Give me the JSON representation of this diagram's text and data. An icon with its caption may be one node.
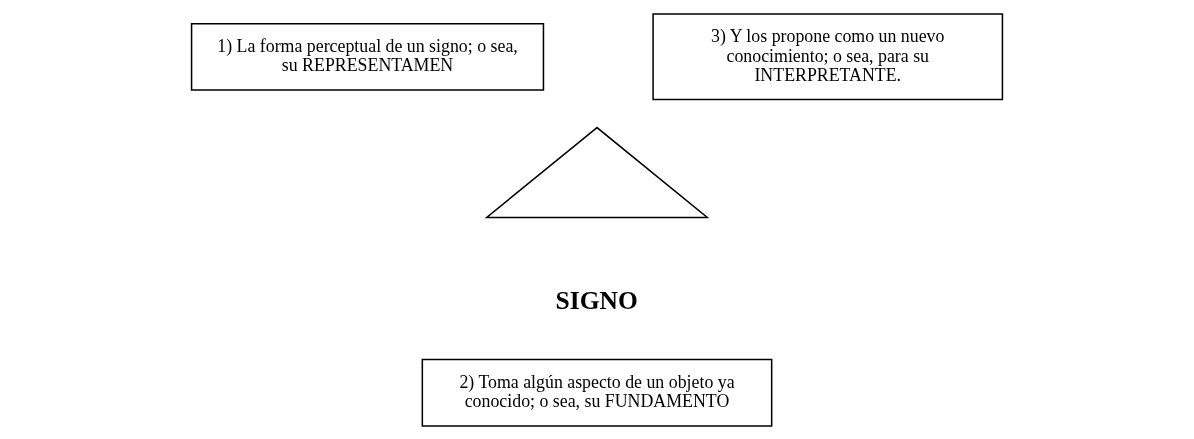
{
  "diagram": {
    "nodes": [
      {
        "text": [
          "1) La forma perceptual de un signo; o sea, su REPRESENTAMEN"
        ]
      },
      {
        "text": [
          "3) Y los propone como un nuevo conocimiento; o sea, para su INTERPRETANTE."
        ]
      },
      {
        "text": [],
        "shape": "triangle",
        "beside": [
          "SIGNO"
        ]
      },
      {
        "text": [
          "2) Toma algún aspecto de un objeto ya conocido; o sea, su FUNDAMENTO"
        ]
      }
    ],
    "edges": []
  }
}
